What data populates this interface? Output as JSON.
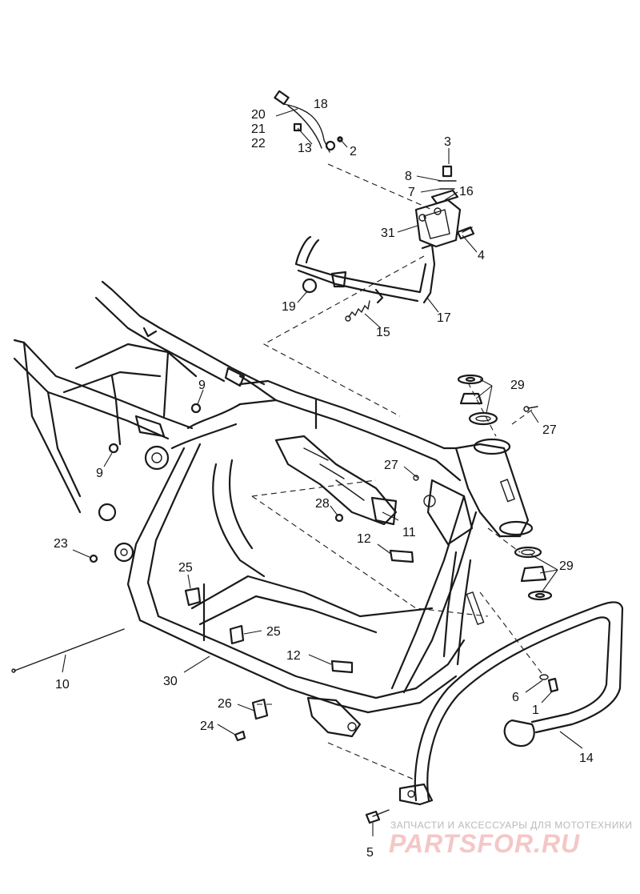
{
  "diagram": {
    "callouts": {
      "c1": "1",
      "c2": "2",
      "c3": "3",
      "c4": "4",
      "c5": "5",
      "c6": "6",
      "c7": "7",
      "c8": "8",
      "c9a": "9",
      "c9b": "9",
      "c10": "10",
      "c11": "11",
      "c12a": "12",
      "c12b": "12",
      "c13": "13",
      "c14": "14",
      "c15": "15",
      "c16": "16",
      "c17": "17",
      "c18": "18",
      "c19": "19",
      "c20": "20",
      "c21": "21",
      "c22": "22",
      "c23": "23",
      "c24": "24",
      "c25a": "25",
      "c25b": "25",
      "c26": "26",
      "c27a": "27",
      "c27b": "27",
      "c28": "28",
      "c29a": "29",
      "c29b": "29",
      "c30": "30",
      "c31": "31"
    }
  },
  "watermark": {
    "tagline": "ЗАПЧАСТИ И АКСЕССУАРЫ ДЛЯ МОТОТЕХНИКИ",
    "logo": "PARTSFOR.RU"
  }
}
